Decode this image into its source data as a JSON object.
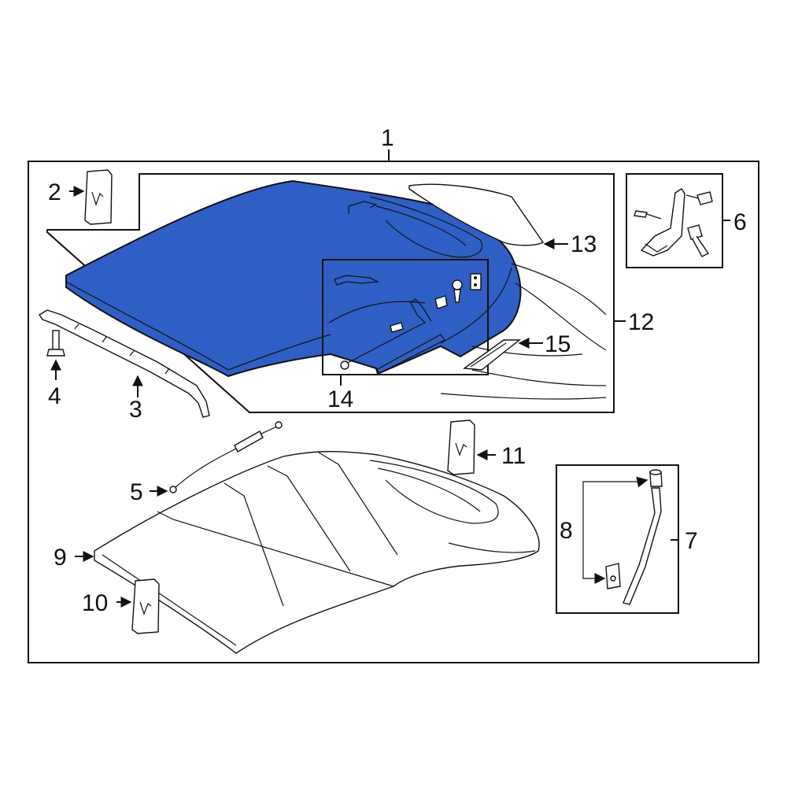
{
  "highlight_color": "#2f5fc4",
  "callouts": {
    "c1": "1",
    "c2": "2",
    "c3": "3",
    "c4": "4",
    "c5": "5",
    "c6": "6",
    "c7": "7",
    "c8": "8",
    "c9": "9",
    "c10": "10",
    "c11": "11",
    "c12": "12",
    "c13": "13",
    "c14": "14",
    "c15": "15"
  }
}
